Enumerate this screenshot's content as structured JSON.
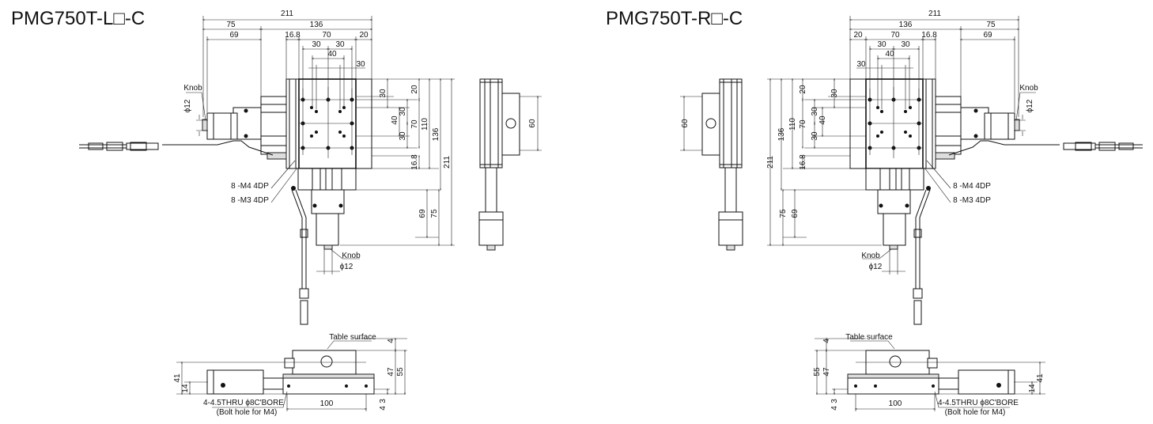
{
  "left_view": {
    "title": "PMG750T-L□-C",
    "labels": [
      "211",
      "75",
      "136",
      "69",
      "16.8",
      "70",
      "20",
      "30",
      "30",
      "40",
      "30",
      "30",
      "20",
      "40",
      "30",
      "70",
      "110",
      "30",
      "136",
      "16.8",
      "211",
      "69",
      "75",
      "Knob",
      "ϕ12",
      "Knob",
      "ϕ12",
      "8 -M4 4DP",
      "8 -M3 4DP",
      "60",
      "Table surface",
      "4",
      "47",
      "55",
      "41",
      "14",
      "4-4.5THRU ϕ8C'BORE",
      "(Bolt hole for M4)",
      "100",
      "3",
      "4"
    ]
  },
  "right_view": {
    "title": "PMG750T-R□-C",
    "labels": [
      "211",
      "75",
      "136",
      "69",
      "16.8",
      "70",
      "20",
      "30",
      "30",
      "40",
      "30",
      "30",
      "20",
      "40",
      "30",
      "70",
      "110",
      "30",
      "136",
      "16.8",
      "211",
      "69",
      "75",
      "Knob",
      "ϕ12",
      "Knob",
      "ϕ12",
      "8 -M4 4DP",
      "8 -M3 4DP",
      "60",
      "Table surface",
      "4",
      "47",
      "55",
      "41",
      "14",
      "4-4.5THRU ϕ8C'BORE",
      "(Bolt hole for M4)",
      "100",
      "3",
      "4"
    ]
  }
}
